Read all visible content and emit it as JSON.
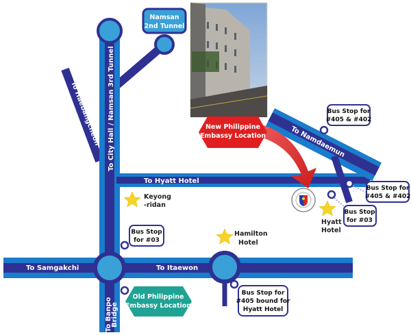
{
  "title": "Philippine Embassy Seoul Location Map",
  "colors": {
    "road_outer": "#1a7ccc",
    "road_inner": "#2e3192",
    "node_fill": "#3aa0d8",
    "new_location": "#e02020",
    "old_location": "#1fa394",
    "star": "#f5d327"
  },
  "roads": {
    "city_hall": "To City Hall / Namsan 3rd Tunnel",
    "haebangcheon": "To Haebangcheon",
    "hyatt": "To Hyatt Hotel",
    "namdaemun": "To Namdaemun",
    "samgakchi": "To Samgakchi",
    "itaewon": "To Itaewon",
    "banpo_line1": "To Banpo",
    "banpo_line2": "Bridge"
  },
  "tunnel_label": {
    "line1": "Namsan",
    "line2": "2nd Tunnel"
  },
  "new_location": {
    "line1": "New Philippine",
    "line2": "Embassy Location"
  },
  "old_location": {
    "line1": "Old Philippine",
    "line2": "Embassy Location"
  },
  "photo": {
    "icon": "building-photo",
    "alt": "Embassy building photo"
  },
  "emblem": {
    "icon": "embassy-seal-icon"
  },
  "landmarks": {
    "keyongridan": {
      "line1": "Keyong",
      "line2": "-ridan"
    },
    "hamilton": {
      "line1": "Hamilton",
      "line2": "Hotel"
    },
    "hyatt": {
      "line1": "Hyatt",
      "line2": "Hotel"
    }
  },
  "bus_stops": {
    "namdaemun_top": {
      "line1": "Bus Stop for",
      "line2": "#405 & #402"
    },
    "right_405_402": {
      "line1": "Bus Stop for",
      "line2": "#405 & #402"
    },
    "right_03": {
      "line1": "Bus Stop",
      "line2": "for #03"
    },
    "keyong_03": {
      "line1": "Bus Stop",
      "line2": "for #03"
    },
    "hamilton_405": {
      "line1": "Bus Stop for",
      "line2": "#405 bound for",
      "line3": "Hyatt Hotel"
    }
  }
}
